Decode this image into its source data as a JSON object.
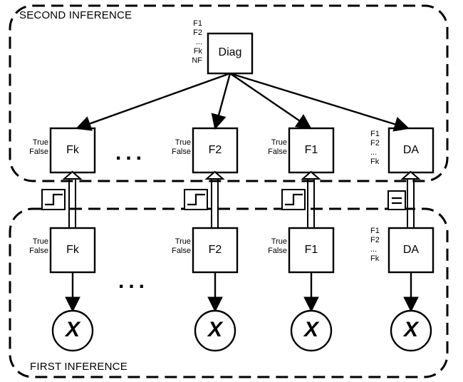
{
  "second_inference": {
    "title": "SECOND INFERENCE",
    "diag": {
      "label": "Diag",
      "states": [
        "F1",
        "F2",
        "...",
        "Fk",
        "NF"
      ]
    },
    "nodes": {
      "fk": {
        "label": "Fk",
        "states": [
          "True",
          "False"
        ]
      },
      "f2": {
        "label": "F2",
        "states": [
          "True",
          "False"
        ]
      },
      "f1": {
        "label": "F1",
        "states": [
          "True",
          "False"
        ]
      },
      "da": {
        "label": "DA",
        "states": [
          "F1",
          "F2",
          "...",
          "Fk"
        ]
      }
    },
    "ellipsis": "..."
  },
  "first_inference": {
    "title": "FIRST INFERENCE",
    "nodes": {
      "fk": {
        "label": "Fk",
        "states": [
          "True",
          "False"
        ]
      },
      "f2": {
        "label": "F2",
        "states": [
          "True",
          "False"
        ]
      },
      "f1": {
        "label": "F1",
        "states": [
          "True",
          "False"
        ]
      },
      "da": {
        "label": "DA",
        "states": [
          "F1",
          "F2",
          "...",
          "Fk"
        ]
      }
    },
    "evidence": {
      "x1": "X",
      "x2": "X",
      "x3": "X",
      "x4": "X"
    },
    "ellipsis": "..."
  },
  "transfer_icons": [
    "step-function-icon",
    "step-function-icon",
    "step-function-icon",
    "equals-icon"
  ]
}
